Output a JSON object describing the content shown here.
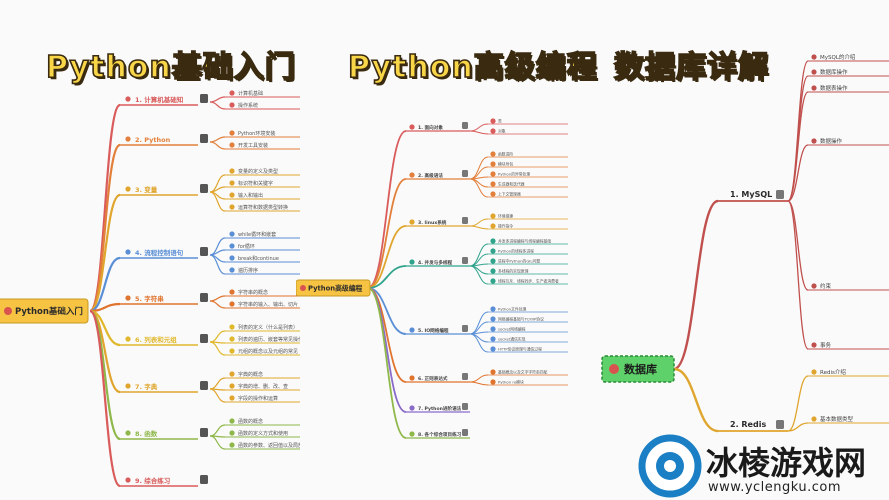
{
  "titles": {
    "basic": "Python基础入门",
    "advanced": "Python高级编程",
    "db": "数据库详解"
  },
  "basic": {
    "root": "Python基础入门",
    "branches": [
      {
        "label": "1. 计算机基础知识",
        "color": "#d95b5b",
        "children": [
          "计算机基础",
          "操作系统"
        ]
      },
      {
        "label": "2. Python环境搭建",
        "color": "#e27f3a",
        "children": [
          "Python环境安装",
          "开发工具安装"
        ]
      },
      {
        "label": "3. 变量",
        "color": "#e0a52d",
        "children": [
          "变量的定义及类型",
          "标识符和关键字",
          "输入和输出",
          "运算符和数据类型转换"
        ]
      },
      {
        "label": "4. 流程控制语句",
        "color": "#5a8fd6",
        "children": [
          "while循环和嵌套",
          "for循环",
          "break和continue",
          "遍历排序"
        ]
      },
      {
        "label": "5. 字符串",
        "color": "#e0732d",
        "children": [
          "字符串的概念",
          "字符串的输入、输出、切片"
        ]
      },
      {
        "label": "6. 列表和元组",
        "color": "#e0b82d",
        "children": [
          "列表的定义（什么是列表）",
          "列表的遍历、嵌套等常见操作",
          "元组的概念以及元组的常见"
        ]
      },
      {
        "label": "7. 字典",
        "color": "#e0a52d",
        "children": [
          "字典的概念",
          "字典的增、删、改、查",
          "字段的操作和运算"
        ]
      },
      {
        "label": "8. 函数",
        "color": "#8fb84a",
        "children": [
          "函数的概念",
          "函数的定义方式和使用",
          "函数的参数、返回值以及局部"
        ]
      },
      {
        "label": "9. 综合练习",
        "color": "#d95b5b",
        "children": []
      }
    ]
  },
  "advanced": {
    "root": "Python高级编程",
    "branches": [
      {
        "label": "1. 面向对象",
        "color": "#d95b5b",
        "children": [
          "类",
          "对象"
        ]
      },
      {
        "label": "2. 高级语法",
        "color": "#e27f3a",
        "children": [
          "函数进阶",
          "模块导包",
          "Python的异常处理",
          "生成器和迭代器",
          "上下文管理器"
        ]
      },
      {
        "label": "3. linux系统",
        "color": "#e0a52d",
        "children": [
          "环境搭建",
          "操作指令"
        ]
      },
      {
        "label": "4. 并发与多线程",
        "color": "#2fa38c",
        "children": [
          "并发多进程编程与线程编程基础",
          "Python的线程多进程",
          "进程中Python的GIL问题",
          "多线程的实现原理",
          "线程互斥、线程同步、生产者消费者"
        ]
      },
      {
        "label": "5. IO网络编程",
        "color": "#5a8fd6",
        "children": [
          "Python文件处理",
          "网络编程基础与TCP/IP协议",
          "socket网络编程",
          "socket通信实现",
          "HTTP协议原理与通信过程"
        ]
      },
      {
        "label": "6. 正则表达式",
        "color": "#e0732d",
        "children": [
          "基础概念以及文字字符串匹配",
          "Python re模块"
        ]
      },
      {
        "label": "7. Python进阶语法",
        "color": "#8a6bc9",
        "children": []
      },
      {
        "label": "8. 各个综合项目练习",
        "color": "#8fb84a",
        "children": []
      }
    ]
  },
  "db": {
    "root": "数据库",
    "branches": [
      {
        "label": "1. MySQL",
        "color": "#c0504d",
        "children": [
          "MySQL的介绍",
          "数据库操作",
          "数据表操作",
          "数据操作",
          "约束",
          "事务"
        ]
      },
      {
        "label": "2. Redis",
        "color": "#e0a52d",
        "children": [
          "Redis介绍",
          "基本数据类型"
        ]
      }
    ]
  },
  "watermark": {
    "brand": "冰棱游戏网",
    "url": "www.yclengku.com"
  },
  "colors": {
    "title_fill": "#f8d648",
    "root_fill_basic": "#f6c343",
    "root_fill_adv": "#f6c343",
    "root_fill_db": "#5fd16a",
    "watermark_blue": "#1a7fc4"
  }
}
